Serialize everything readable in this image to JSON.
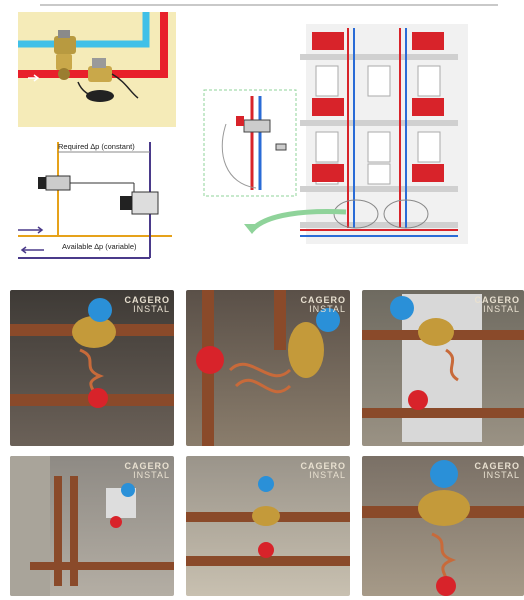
{
  "schematic": {
    "required_label": "Required ∆p (constant)",
    "available_label": "Available ∆p (variable)"
  },
  "watermark": {
    "line1": "CAGERO",
    "line2": "INSTAL"
  },
  "colors": {
    "hot": "#d8232a",
    "cold": "#2a9bd6",
    "supply_line": "#e6a21a",
    "return_line": "#4a3a8a",
    "arrow_green": "#8fd39a"
  },
  "photos": [
    {
      "caption": ""
    },
    {
      "caption": ""
    },
    {
      "caption": ""
    },
    {
      "caption": ""
    },
    {
      "caption": ""
    },
    {
      "caption": ""
    }
  ]
}
